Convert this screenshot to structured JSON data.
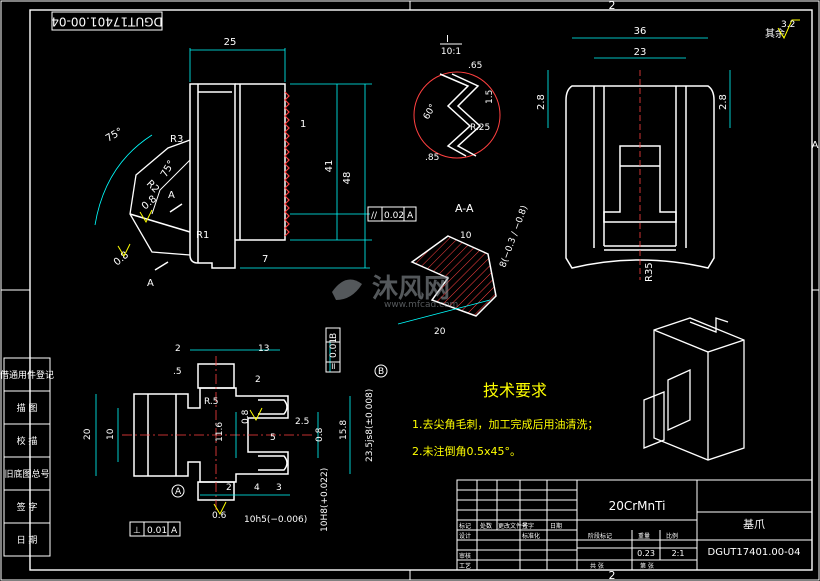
{
  "frame": {
    "zone_top": "2",
    "zone_bottom": "2",
    "zone_right": "A",
    "drawing_number_rotated": "DGUT17401.00-04",
    "surface_roughness": "3.2",
    "surface_roughness_label": "其余"
  },
  "side_strip": {
    "rows": [
      "借通用件登记",
      "描 图",
      "校 描",
      "旧底图总号",
      "签 字",
      "日 期"
    ]
  },
  "view_main": {
    "dims": [
      "25",
      "48",
      "41",
      "R3",
      "R2",
      "75°",
      "75°",
      "0.8",
      "0.8",
      "R1",
      "7",
      "1",
      "A",
      "A"
    ],
    "tolerance": [
      "//",
      "0.02",
      "A"
    ]
  },
  "view_detail": {
    "scale": "10:1",
    "label": "I",
    "dims": [
      ".65",
      "60°",
      "1.5",
      "R.25",
      ".85"
    ]
  },
  "view_right": {
    "dims": [
      "36",
      "23",
      "2.8",
      "2.8",
      "R35"
    ]
  },
  "view_section": {
    "title": "A-A",
    "dims": [
      "10",
      "8(−0.3 / −0.8)",
      "20"
    ]
  },
  "view_bottom": {
    "dims": [
      "2",
      "13",
      ".5",
      "2",
      "R.5",
      "10",
      "20",
      "11.6",
      "0.8",
      "5",
      "2.5",
      "15.8",
      "0.8",
      "2",
      "4",
      "3",
      "0.6",
      "10h5(−0.006)",
      "10H8(+0.022)",
      "23.5js8(±0.008)"
    ],
    "flatness": [
      "=",
      "0.01",
      "B"
    ],
    "perpendicularity": [
      "⊥",
      "0.01",
      "A"
    ],
    "datum_a": "A",
    "datum_b": "B"
  },
  "tech_requirements": {
    "title": "技术要求",
    "items": [
      "1.去尖角毛刺，加工完成后用油清洗；",
      "2.未注倒角0.5x45°。"
    ]
  },
  "watermark": {
    "brand": "沐风网",
    "url": "www.mfcad.com"
  },
  "title_block": {
    "material": "20CrMnTi",
    "part_name": "基爪",
    "drawing_number": "DGUT17401.00-04",
    "weight": "0.23",
    "scale": "2:1",
    "headers": [
      "标记",
      "处数",
      "更改文件号",
      "签字",
      "日期"
    ],
    "labels": [
      "设计",
      "标准化",
      "审核",
      "工艺",
      "阶段标记",
      "重量",
      "比例",
      "共 张",
      "第 张"
    ]
  }
}
